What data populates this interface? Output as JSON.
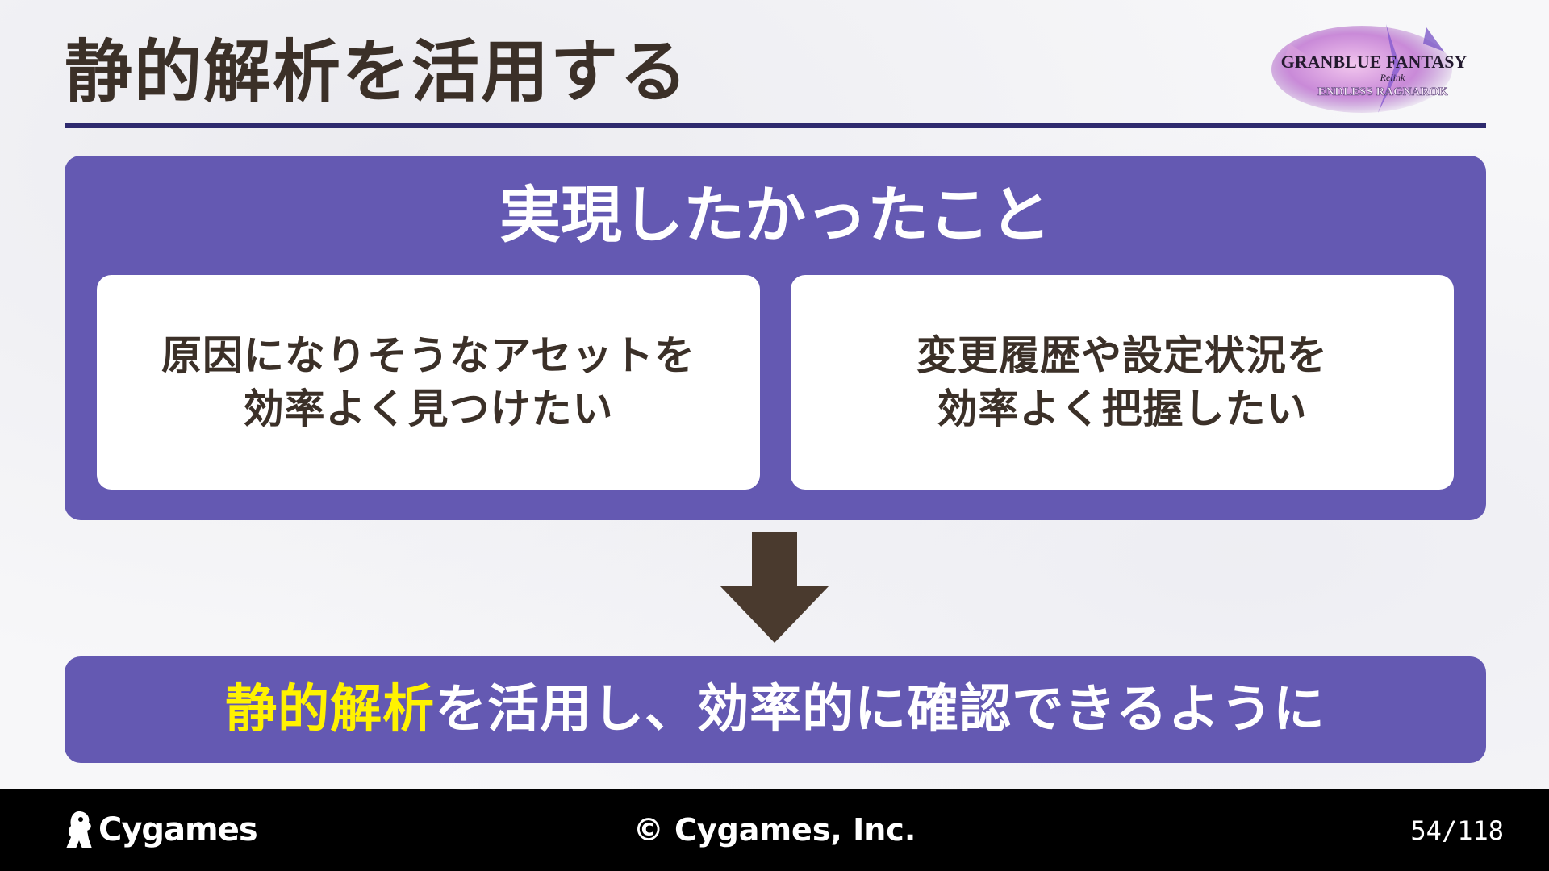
{
  "slide": {
    "title": "静的解析を活用する",
    "logo": {
      "line1": "GRANBLUE FANTASY",
      "line2": "Relink",
      "line3": "ENDLESS RAGNAROK"
    }
  },
  "goals": {
    "heading": "実現したかったこと",
    "cards": [
      {
        "line1": "原因になりそうなアセットを",
        "line2": "効率よく見つけたい"
      },
      {
        "line1": "変更履歴や設定状況を",
        "line2": "効率よく把握したい"
      }
    ]
  },
  "conclusion": {
    "highlight": "静的解析",
    "rest": "を活用し、効率的に確認できるように"
  },
  "footer": {
    "brand": "Cygames",
    "copyright": "© Cygames, Inc.",
    "page": "54/118"
  },
  "colors": {
    "panel": "#6459b2",
    "title_text": "#3b3028",
    "rule": "#2e2a6e",
    "highlight": "#fff200",
    "arrow": "#4a3a2e",
    "footer_bg": "#000000"
  },
  "icons": [
    "down-arrow-icon",
    "cygames-logo-icon",
    "game-logo"
  ]
}
